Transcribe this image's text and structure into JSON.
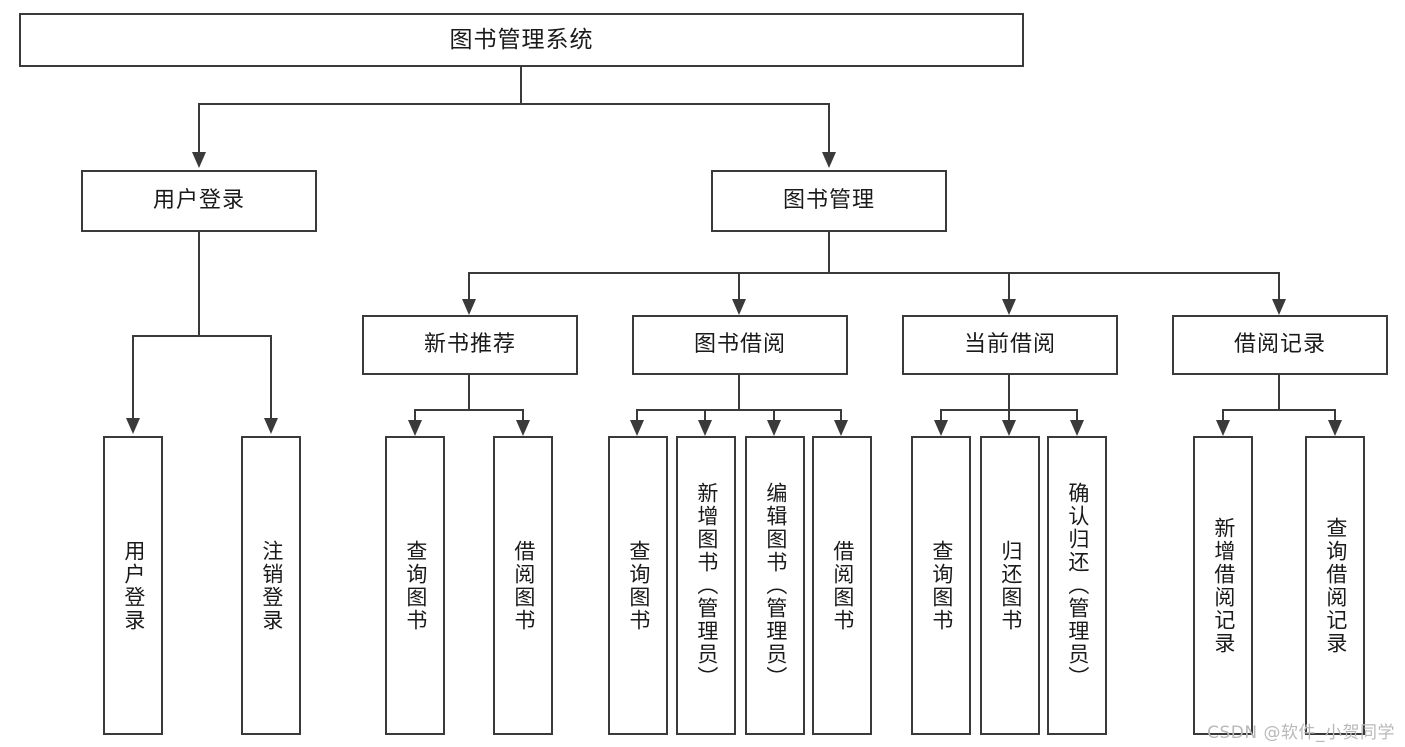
{
  "diagram": {
    "title": "图书管理系统",
    "watermark": "CSDN @软件_小贺同学",
    "stroke_color": "#3a3a3a",
    "text_color": "#1a1a1a",
    "background_color": "#ffffff",
    "watermark_color": "#b9b9b9"
  },
  "nodes": {
    "root": {
      "label": "图书管理系统"
    },
    "level1": [
      {
        "id": "user-login",
        "label": "用户登录"
      },
      {
        "id": "book-manage",
        "label": "图书管理"
      }
    ],
    "level2": [
      {
        "id": "new-book-recommend",
        "label": "新书推荐"
      },
      {
        "id": "book-borrow",
        "label": "图书借阅"
      },
      {
        "id": "current-borrow",
        "label": "当前借阅"
      },
      {
        "id": "borrow-record",
        "label": "借阅记录"
      }
    ],
    "leaves": {
      "user-login": [
        {
          "id": "leaf-user-login",
          "label": "用户登录"
        },
        {
          "id": "leaf-logout-login",
          "label": "注销登录"
        }
      ],
      "new-book-recommend": [
        {
          "id": "leaf-query-book-1",
          "label": "查询图书"
        },
        {
          "id": "leaf-borrow-book-1",
          "label": "借阅图书"
        }
      ],
      "book-borrow": [
        {
          "id": "leaf-query-book-2",
          "label": "查询图书"
        },
        {
          "id": "leaf-add-book",
          "label": "新增图书（管理员）"
        },
        {
          "id": "leaf-edit-book",
          "label": "编辑图书（管理员）"
        },
        {
          "id": "leaf-borrow-book-2",
          "label": "借阅图书"
        }
      ],
      "current-borrow": [
        {
          "id": "leaf-query-book-3",
          "label": "查询图书"
        },
        {
          "id": "leaf-return-book",
          "label": "归还图书"
        },
        {
          "id": "leaf-confirm-return",
          "label": "确认归还（管理员）"
        }
      ],
      "borrow-record": [
        {
          "id": "leaf-add-record",
          "label": "新增借阅记录"
        },
        {
          "id": "leaf-query-record",
          "label": "查询借阅记录"
        }
      ]
    }
  }
}
